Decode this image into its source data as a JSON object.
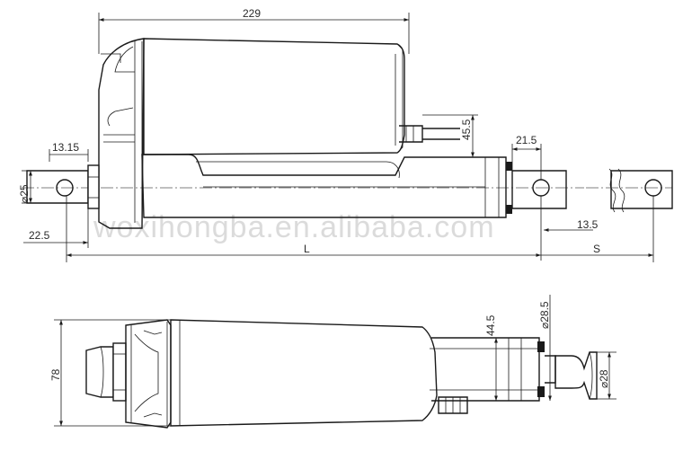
{
  "watermark": "woxihongba.en.alibaba.com",
  "side_view": {
    "dim_overall_length": "229",
    "dim_rear_tab": "13.15",
    "dim_height_motor": "45.5",
    "dim_front_tab": "21.5",
    "dim_clevis_dia": "⌀25",
    "dim_rear_offset": "22.5",
    "dim_front_offset": "13.5",
    "dim_retracted_length": "L",
    "dim_stroke": "S"
  },
  "top_view": {
    "dim_body_width": "78",
    "dim_tube_width": "44.5",
    "dim_rod_collar_dia": "⌀28.5",
    "dim_rod_dia": "⌀28"
  }
}
